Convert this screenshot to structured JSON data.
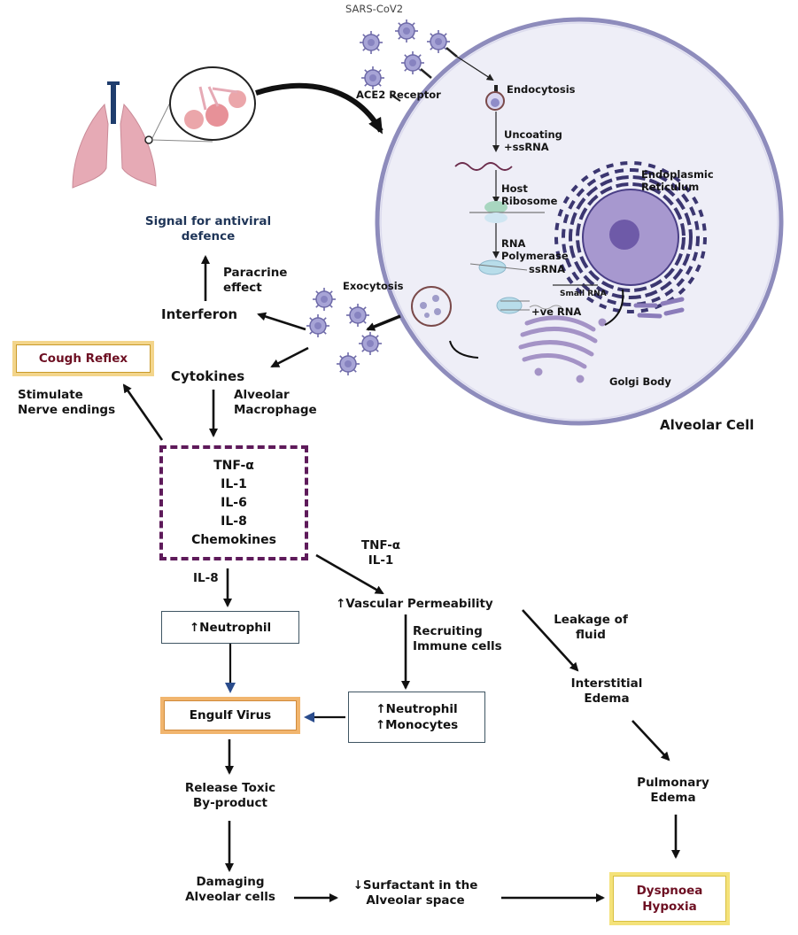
{
  "title": "SARS-CoV2 infection of alveolar cell and pathophysiology of respiratory symptoms",
  "cell": {
    "name": "Alveolar Cell",
    "virus_label": "SARS-CoV2",
    "receptor_label": "ACE2 Receptor",
    "steps": {
      "endocytosis": "Endocytosis",
      "uncoating": [
        "Uncoating",
        "+ssRNA"
      ],
      "ribosome": [
        "Host",
        "Ribosome"
      ],
      "polymerase": [
        "RNA",
        "Polymerase"
      ],
      "ssrna": "ssRNA",
      "small_rna": "Small RNA",
      "ve_rna": "+ve RNA",
      "er": [
        "Endoplasmic",
        "Reticulum"
      ],
      "golgi": "Golgi Body",
      "exocytosis": "Exocytosis"
    }
  },
  "immune": {
    "signal": [
      "Signal for antiviral",
      "defence"
    ],
    "paracrine": [
      "Paracrine",
      "effect"
    ],
    "interferon": "Interferon",
    "cytokines": "Cytokines",
    "macrophage": [
      "Alveolar",
      "Macrophage"
    ],
    "cough_reflex": "Cough Reflex",
    "nerve": [
      "Stimulate",
      "Nerve endings"
    ],
    "mediators": [
      "TNF-α",
      "IL-1",
      "IL-6",
      "IL-8",
      "Chemokines"
    ],
    "il8_label": "IL-8",
    "tnf_il1": [
      "TNF-α",
      "IL-1"
    ],
    "neutrophil": "↑Neutrophil",
    "vascular": "↑Vascular Permeability",
    "recruiting": [
      "Recruiting",
      "Immune cells"
    ],
    "neutro_mono": [
      "↑Neutrophil",
      "↑Monocytes"
    ],
    "engulf": "Engulf Virus",
    "leakage": [
      "Leakage of",
      "fluid"
    ],
    "interstitial": [
      "Interstitial",
      "Edema"
    ],
    "pulmonary": [
      "Pulmonary",
      "Edema"
    ],
    "toxic": [
      "Release Toxic",
      "By-product"
    ],
    "damaging": [
      "Damaging",
      "Alveolar cells"
    ],
    "surfactant": [
      "↓Surfactant in the",
      "Alveolar space"
    ],
    "outcome": [
      "Dyspnoea",
      "Hypoxia"
    ]
  },
  "colors": {
    "cell_fill": "#eeeef7",
    "membrane": "#8e8cbc",
    "virus": "#8f8cc8",
    "nucleus": "#9d8fc9",
    "er": "#3b3670",
    "golgi": "#a493c6",
    "lung": "#e6aab5",
    "trachea": "#1f3d6d",
    "arrow": "#111111",
    "arrow_blue": "#2a4c8c"
  }
}
